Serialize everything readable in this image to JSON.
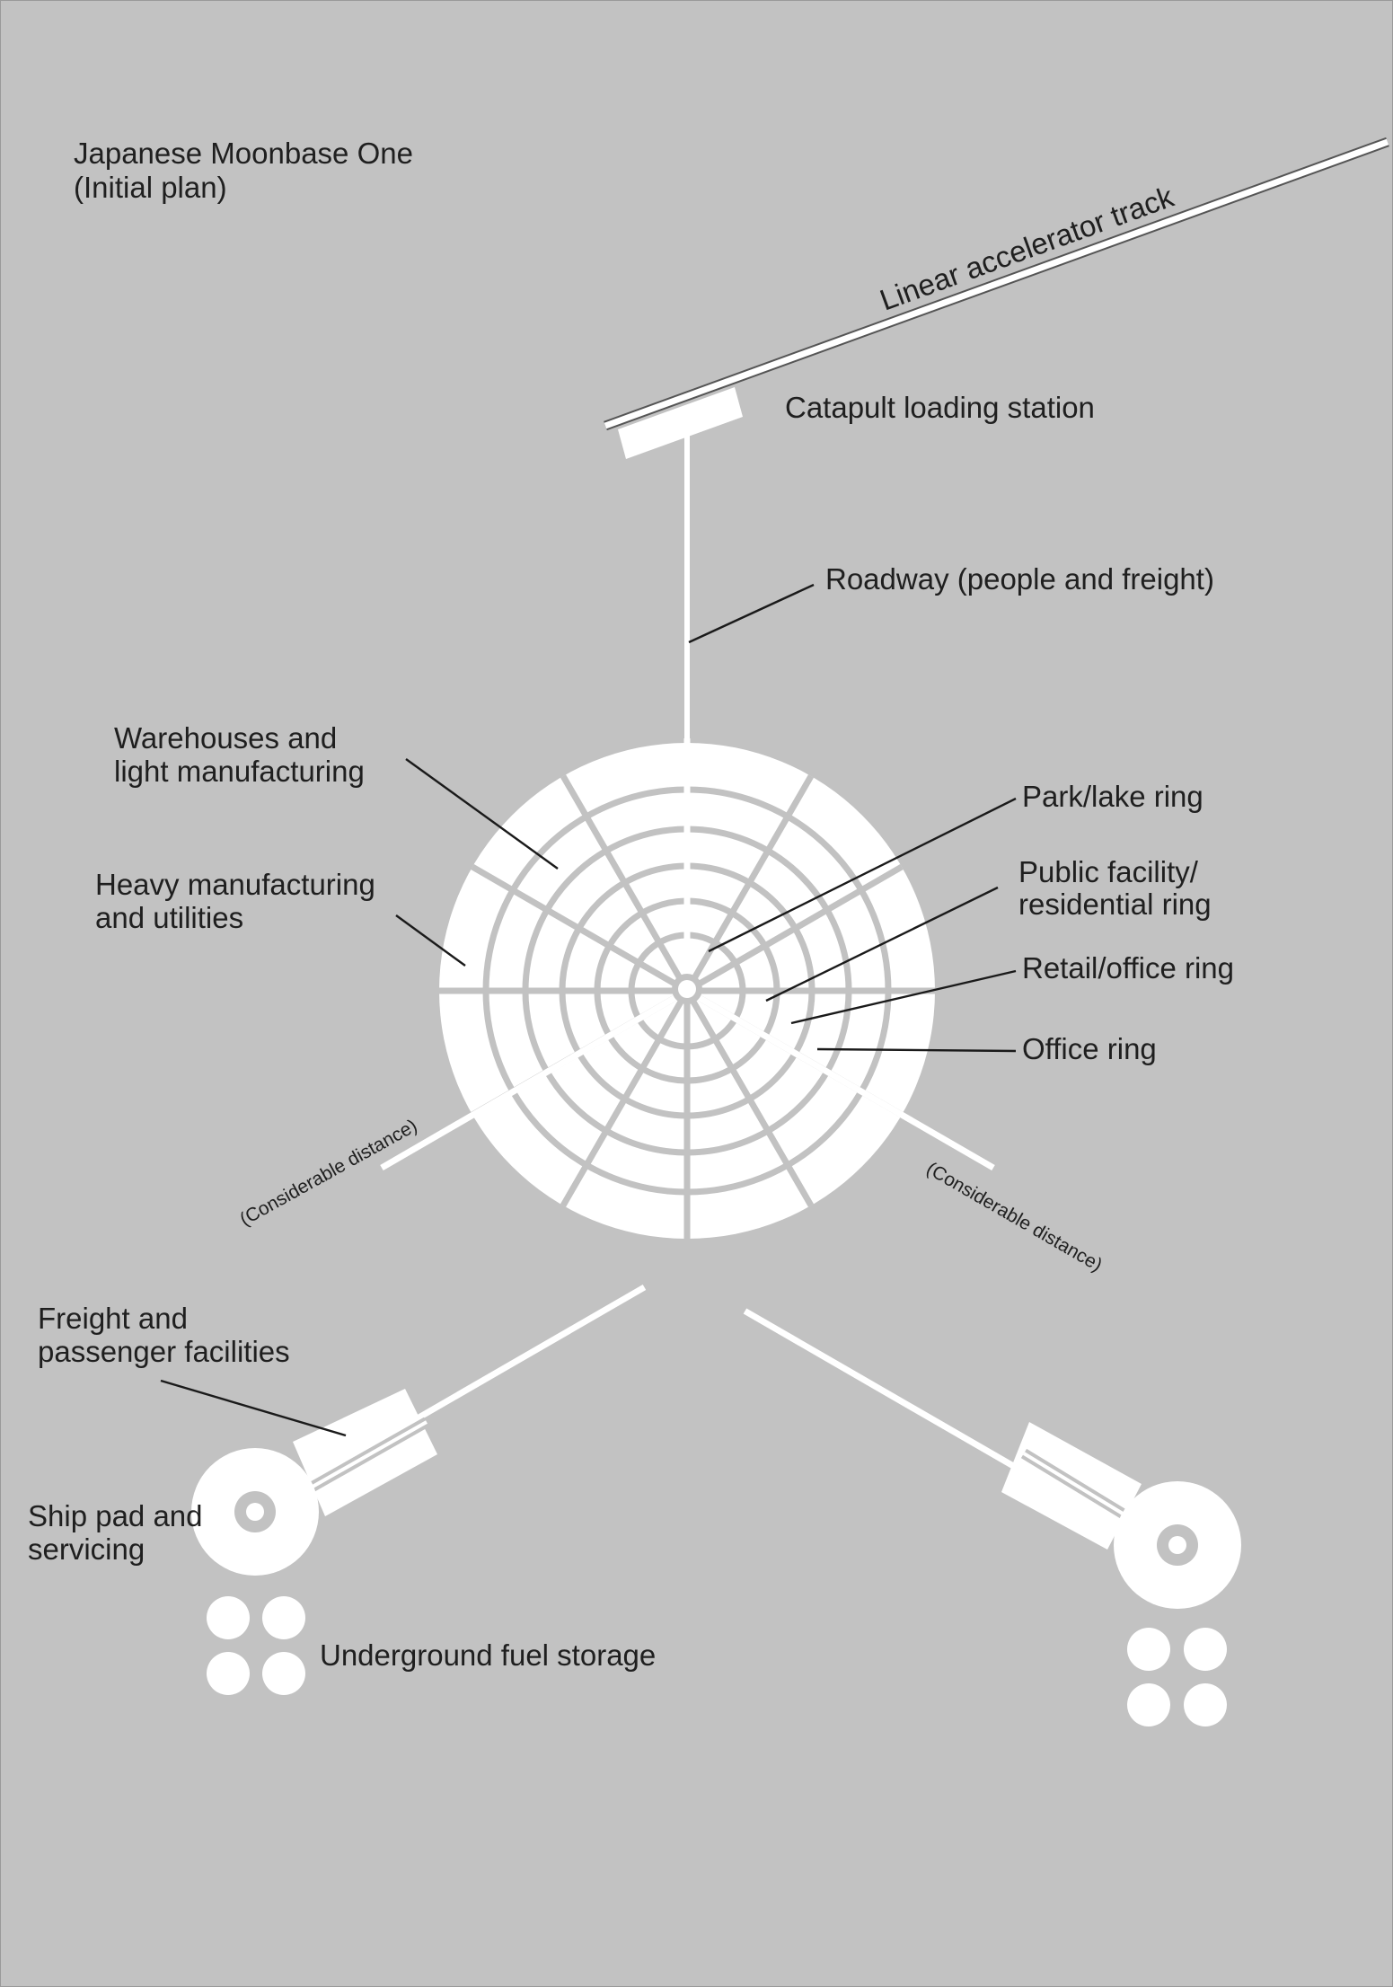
{
  "title": {
    "line1": "Japanese Moonbase One",
    "line2": "(Initial plan)"
  },
  "labels": {
    "linear_accelerator": "Linear accelerator track",
    "catapult": "Catapult loading station",
    "roadway": "Roadway (people and freight)",
    "warehouses_line1": "Warehouses and",
    "warehouses_line2": "light manufacturing",
    "heavy_line1": "Heavy manufacturing",
    "heavy_line2": "and utilities",
    "park": "Park/lake ring",
    "public_line1": "Public facility/",
    "public_line2": "residential ring",
    "retail": "Retail/office ring",
    "office": "Office ring",
    "distance_left": "(Considerable distance)",
    "distance_right": "(Considerable distance)",
    "freight_line1": "Freight and",
    "freight_line2": "passenger facilities",
    "shippad_line1": "Ship pad and",
    "shippad_line2": "servicing",
    "fuel": "Underground fuel storage"
  },
  "colors": {
    "background": "#c2c2c2",
    "structure": "#ffffff",
    "text": "#1f1f1f"
  }
}
